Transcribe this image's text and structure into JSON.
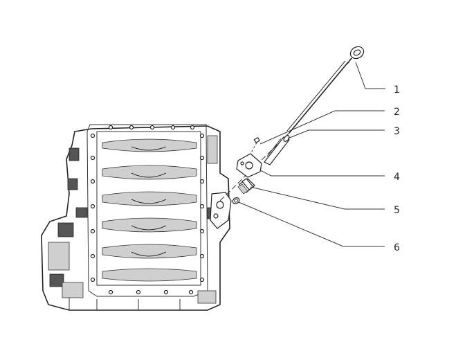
{
  "callouts": [
    {
      "label": "1",
      "part": "dipstick"
    },
    {
      "label": "2",
      "part": "bolt"
    },
    {
      "label": "3",
      "part": "guide-tube"
    },
    {
      "label": "4",
      "part": "gasket-flange"
    },
    {
      "label": "5",
      "part": "adapter-fitting"
    },
    {
      "label": "6",
      "part": "seal-ring"
    }
  ],
  "colors": {
    "line": "#222222",
    "shade": "#cfcfcf",
    "background": "#ffffff"
  }
}
